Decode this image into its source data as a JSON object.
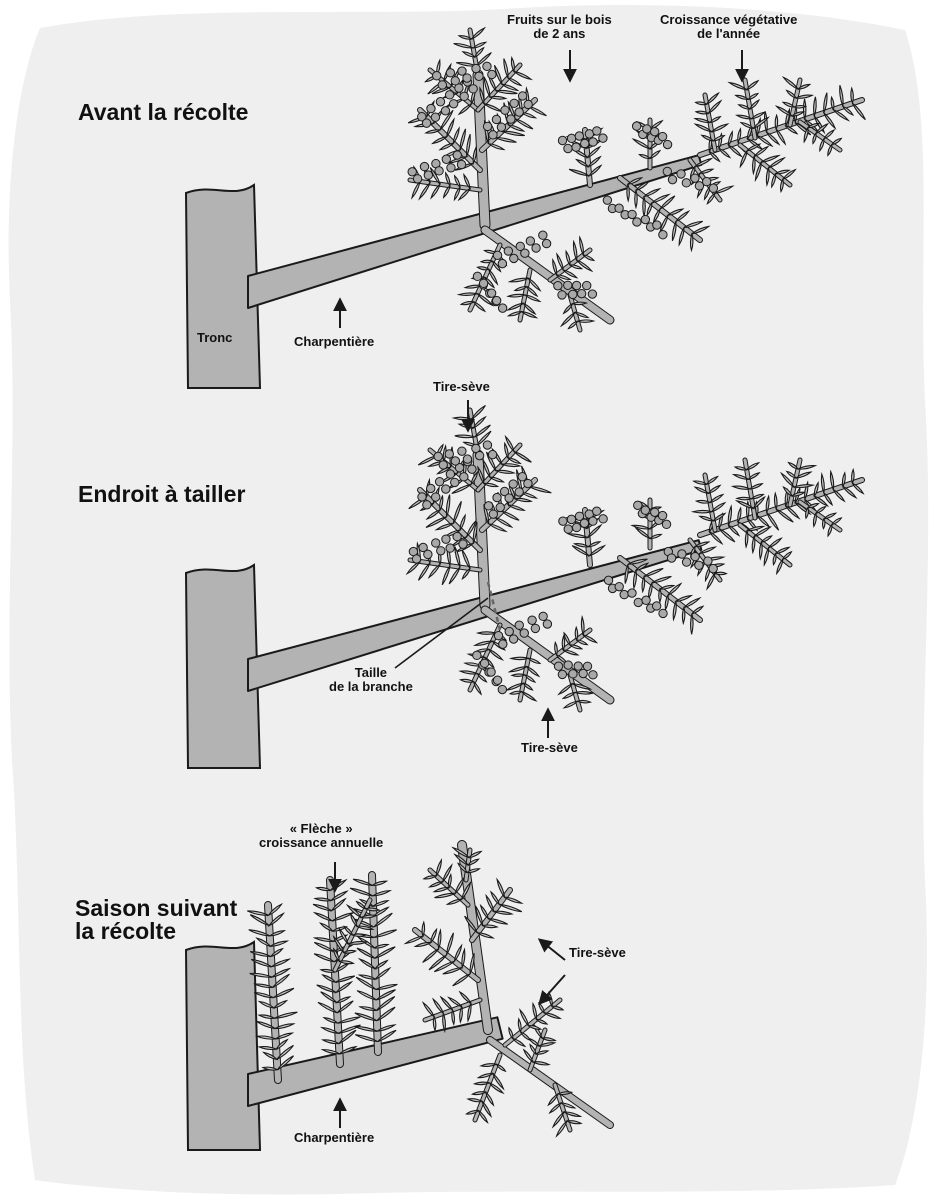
{
  "panels": [
    {
      "title": "Avant la récolte",
      "labels": {
        "fruits": "Fruits sur le bois\nde 2 ans",
        "growth": "Croissance végétative\nde l'année",
        "trunk": "Tronc",
        "scaffold": "Charpentière"
      }
    },
    {
      "title": "Endroit à tailler",
      "labels": {
        "sap_top": "Tire-sève",
        "cut": "Taille\nde la branche",
        "sap_bottom": "Tire-sève"
      }
    },
    {
      "title": "Saison suivant\nla récolte",
      "labels": {
        "arrow": "« Flèche »\ncroissance annuelle",
        "sap": "Tire-sève",
        "scaffold": "Charpentière"
      }
    }
  ],
  "colors": {
    "background_blob": "#efefef",
    "wood": "#b3b3b3",
    "outline": "#1a1a1a",
    "leaf": "#c4c4c4",
    "fruit": "#a9a9a9"
  }
}
